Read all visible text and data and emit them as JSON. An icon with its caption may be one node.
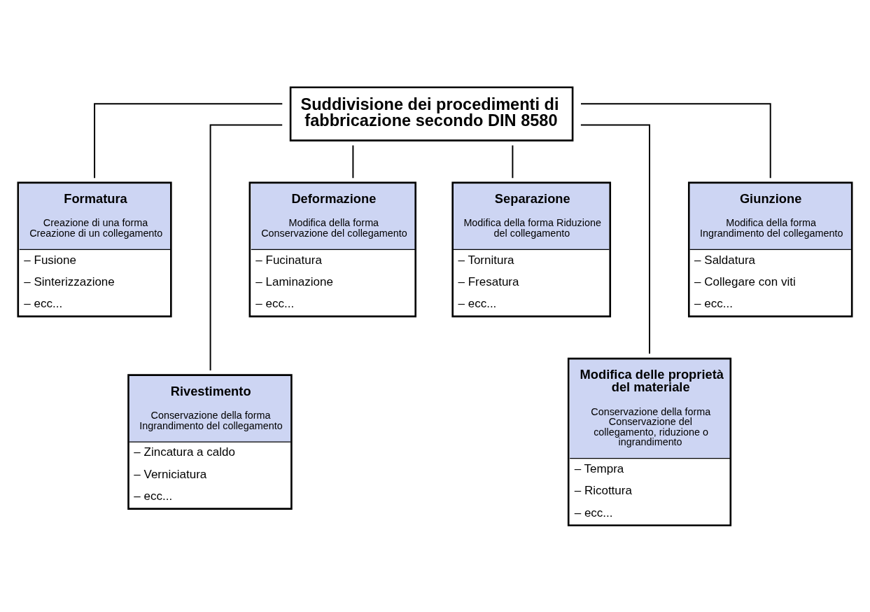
{
  "diagram": {
    "nodes": [
      {
        "text": [
          "Suddivisione dei procedimenti di fabbricazione secondo DIN 8580"
        ]
      },
      {
        "text": [
          "Formatura",
          "Creazione di una forma Creazione di un collegamento",
          "– Fusione",
          "– Sinterizzazione",
          "– ecc..."
        ]
      },
      {
        "text": [
          "Deformazione",
          "Modifica della forma Conservazione del collegamento",
          "– Fucinatura",
          "– Laminazione",
          "– ecc..."
        ]
      },
      {
        "text": [
          "Separazione",
          "Modifica della forma Riduzione del collegamento",
          "– Tornitura",
          "– Fresatura",
          "– ecc..."
        ]
      },
      {
        "text": [
          "Giunzione",
          "Modifica della forma Ingrandimento del collegamento",
          "– Saldatura",
          "– Collegare con viti",
          "– ecc..."
        ]
      },
      {
        "text": [
          "Rivestimento",
          "Conservazione della forma Ingrandimento del collegamento",
          "– Zincatura a caldo",
          "– Verniciatura",
          "– ecc..."
        ]
      },
      {
        "text": [
          "Modifica delle proprietà del materiale",
          "Conservazione della forma Conservazione del collegamento, riduzione o ingrandimento",
          "– Tempra",
          "– Ricottura",
          "– ecc..."
        ]
      }
    ],
    "edges": [
      {
        "from": 0,
        "to": 1,
        "arrow": "none"
      },
      {
        "from": 0,
        "to": 2,
        "arrow": "none"
      },
      {
        "from": 0,
        "to": 3,
        "arrow": "none"
      },
      {
        "from": 0,
        "to": 4,
        "arrow": "none"
      },
      {
        "from": 0,
        "to": 5,
        "arrow": "none"
      },
      {
        "from": 0,
        "to": 6,
        "arrow": "none"
      }
    ]
  }
}
